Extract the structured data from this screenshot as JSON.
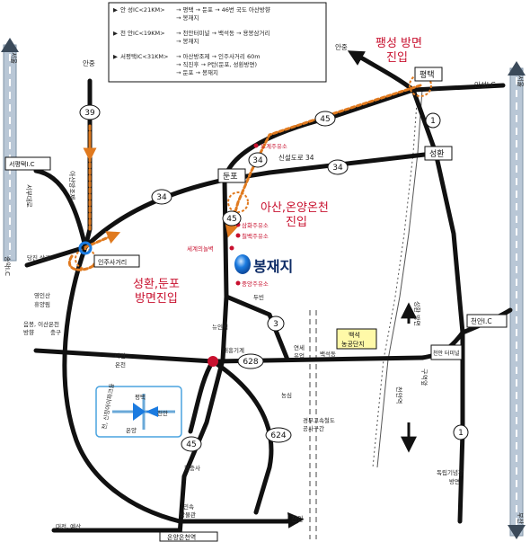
{
  "legend": {
    "rows": [
      {
        "bullet": "▶",
        "name": "안 성IC<21KM>",
        "route_1": "→ 평택 → 둔포 → 46번 국도 아산방향",
        "route_2": "→ 봉재지"
      },
      {
        "bullet": "▶",
        "name": "천 안IC<19KM>",
        "route_1": "→ 천안터미널 → 백석동 → 용봉삼거리",
        "route_2": "→ 봉재지"
      },
      {
        "bullet": "▶",
        "name": "서평택IC<31KM>",
        "route_1": "→ 아산방조제 → 인주사거리 60m",
        "route_2": "→ 직진후 → P턴(둔포, 성환방면)",
        "route_3": "→ 둔포 → 봉재지"
      }
    ]
  },
  "destination": {
    "name": "봉재지"
  },
  "callouts": {
    "pyeongseong": {
      "line1": "팽성 방면",
      "line2": "진입"
    },
    "asan": {
      "line1": "아산,온양온천",
      "line2": "진입"
    },
    "seonghwan": {
      "line1": "성환,둔포",
      "line2": "방면진입"
    }
  },
  "place_boxes": {
    "pyeongtaek": "평택",
    "dunpo": "둔포",
    "seonghwan": "성환",
    "seopyeongtaek_ic": "서평택I.C",
    "injusageori": "인주사거리",
    "cheonan_ic": "천안I.C",
    "cheonan_terminal": "천안 터미널",
    "baekseok_complex_1": "백석",
    "baekseok_complex_2": "농공단지",
    "onyang_station": "온양온천역",
    "baekseok_station": "천안역"
  },
  "shields": {
    "r39": "39",
    "r45_top": "45",
    "r1_top": "1",
    "r34_a": "34",
    "r34_b": "34",
    "r34_c": "34",
    "r45_mid": "45",
    "r3": "3",
    "r628": "628",
    "r624": "624",
    "r45_bottom": "45",
    "r1_bottom": "1"
  },
  "labels": {
    "anjung_top": "안중",
    "anjung_right": "안중",
    "anseong_ic": "안성I.C",
    "dogye_gas": "도계주유소",
    "sinsan_road": "신설도로 34",
    "siwon_gas": "삼화주유소",
    "chimmyeon_gas": "칠백주유소",
    "segye_park": "세계의놀벽",
    "hwangpo_gas": "중앙주유소",
    "dupo": "두빈",
    "nyuinbeok": "뉴인벽",
    "daeheung": "대흥기계",
    "yeonse": "연세",
    "yeonse_2": "유업",
    "baekseokdong": "백석동",
    "nongsan": "농심",
    "gyeongbu_1": "경부고속철도",
    "gyeongbu_2": "공사구간",
    "asan_jeil": "아산",
    "asan_jeil_2": "온천",
    "hyeonchungsa": "현충사",
    "minsok": "민속",
    "minsok_2": "박물관",
    "daejeon": "대전, 예산",
    "cheonan_bottom": "천안",
    "dokrip": "독립기념관",
    "dokrip_2": "방면",
    "jeonju_1": "영인산",
    "jeonju_2": "휴양림",
    "dangjin": "당진 삽교",
    "eumbong_1": "음봉, 이산온천",
    "eumbong_2": "방향",
    "eumbong_3": "충구",
    "seobu": "서부대로",
    "asan_bangjo": "아산방조제",
    "seonghwan_ic": "송악I.C",
    "seoul_top": "서울",
    "seoul_right": "서울",
    "busan": "부산",
    "seonghwan_v": "성환 방면",
    "cheonan_v": "천안역",
    "gurae": "구역앞"
  },
  "inset": {
    "top": "평택",
    "right": "천안",
    "bottom": "온양",
    "left": "천, 신정아이파크동"
  },
  "colors": {
    "road": "#111111",
    "route": "#e07a1f",
    "callout": "#c8102e",
    "highway": "#b9c7d6",
    "destination": "#1877d6"
  }
}
